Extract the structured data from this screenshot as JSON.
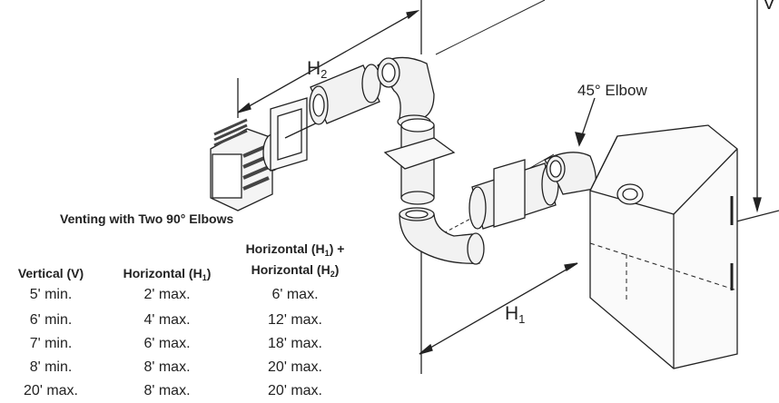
{
  "labels": {
    "h2_base": "H",
    "h2_sub": "2",
    "h1_base": "H",
    "h1_sub": "1",
    "v_partial": "V",
    "elbow_callout": "45° Elbow"
  },
  "table": {
    "title": "Venting with Two 90° Elbows",
    "headers": {
      "vertical": "Vertical (V)",
      "horizontal_pre": "Horizontal (H",
      "horizontal_sub": "1",
      "horizontal_post": ")",
      "combined_line1_pre": "Horizontal (H",
      "combined_line1_sub": "1",
      "combined_line1_post": ") +",
      "combined_line2_pre": "Horizontal (H",
      "combined_line2_sub": "2",
      "combined_line2_post": ")"
    },
    "rows": [
      [
        "5' min.",
        "2' max.",
        "6' max."
      ],
      [
        "6' min.",
        "4' max.",
        "12' max."
      ],
      [
        "7' min.",
        "6' max.",
        "18' max."
      ],
      [
        "8' min.",
        "8' max.",
        "20' max."
      ],
      [
        "20' max.",
        "8' max.",
        "20' max."
      ]
    ]
  },
  "colors": {
    "line": "#222222",
    "pipe_light": "#f2f2f2",
    "pipe_dark": "#555555"
  }
}
